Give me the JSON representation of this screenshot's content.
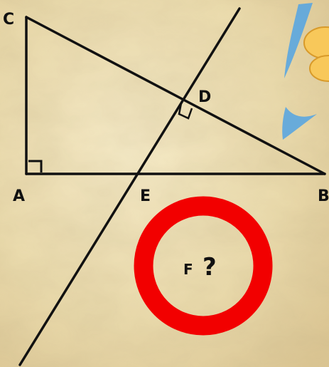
{
  "diagram": {
    "points": {
      "A": "A",
      "B": "B",
      "C": "C",
      "D": "D",
      "E": "E",
      "F": "F"
    },
    "question_mark": "?",
    "colors": {
      "paper": "#efe0b4",
      "line": "#111111",
      "ring": "#f20000",
      "leaf": "#5aa6e0",
      "flower_fill": "#f8c85a",
      "flower_stroke": "#d89a2a"
    },
    "right_angle_marks": [
      "A",
      "D"
    ]
  }
}
